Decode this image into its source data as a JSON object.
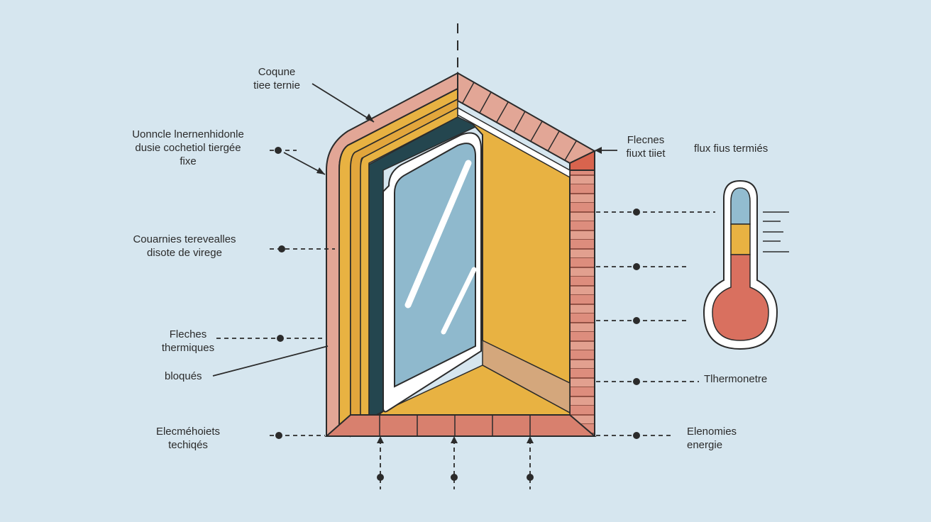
{
  "labels": {
    "top_line1": "Coqune",
    "top_line2": "tiee ternie",
    "left1_line1": "Uonncle lnernenhidonle",
    "left1_line2": "dusie cochetiol tiergée",
    "left1_line3": "fixe",
    "left2_line1": "Couarnies terevealles",
    "left2_line2": "disote de virege",
    "left3_line1": "Fleches",
    "left3_line2": "thermiques",
    "left4": "bloqués",
    "left5_line1": "Elecméhoiets",
    "left5_line2": "techiqés",
    "right_top_line1": "Flecnes",
    "right_top_line2": "fiuxt tiiet",
    "right_flux": "flux fius termiés",
    "right_thermo": "Tlhermonetre",
    "right_bottom_line1": "Elenomies",
    "right_bottom_line2": "energie"
  },
  "colors": {
    "background": "#d6e6ef",
    "brick": "#dc8a7a",
    "brick_light": "#e3a696",
    "insulation": "#e8b242",
    "glass": "#8fb9cd",
    "dark_seal": "#24464f",
    "thermo_red": "#d9705f",
    "thermo_yellow": "#e8b242",
    "thermo_blue": "#92bcd0",
    "line": "#2b2b2b"
  },
  "thermometer": {
    "levels": [
      "blue",
      "yellow",
      "red"
    ]
  }
}
